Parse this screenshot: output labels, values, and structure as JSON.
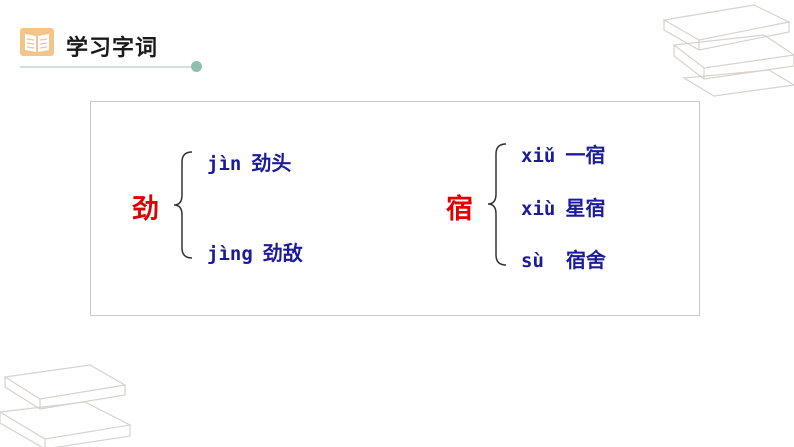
{
  "header": {
    "title": "学习字词",
    "icon": "open-book-icon"
  },
  "colors": {
    "character": "#e00000",
    "reading": "#1c1c9a",
    "accent": "#8fbfad"
  },
  "groups": [
    {
      "character": "劲",
      "readings": [
        {
          "pinyin": "jìn",
          "word": "劲头"
        },
        {
          "pinyin": "jìng",
          "word": "劲敌"
        }
      ]
    },
    {
      "character": "宿",
      "readings": [
        {
          "pinyin": "xiǔ",
          "word": "一宿"
        },
        {
          "pinyin": "xiù",
          "word": "星宿"
        },
        {
          "pinyin": "sù",
          "word": "宿舍"
        }
      ]
    }
  ]
}
